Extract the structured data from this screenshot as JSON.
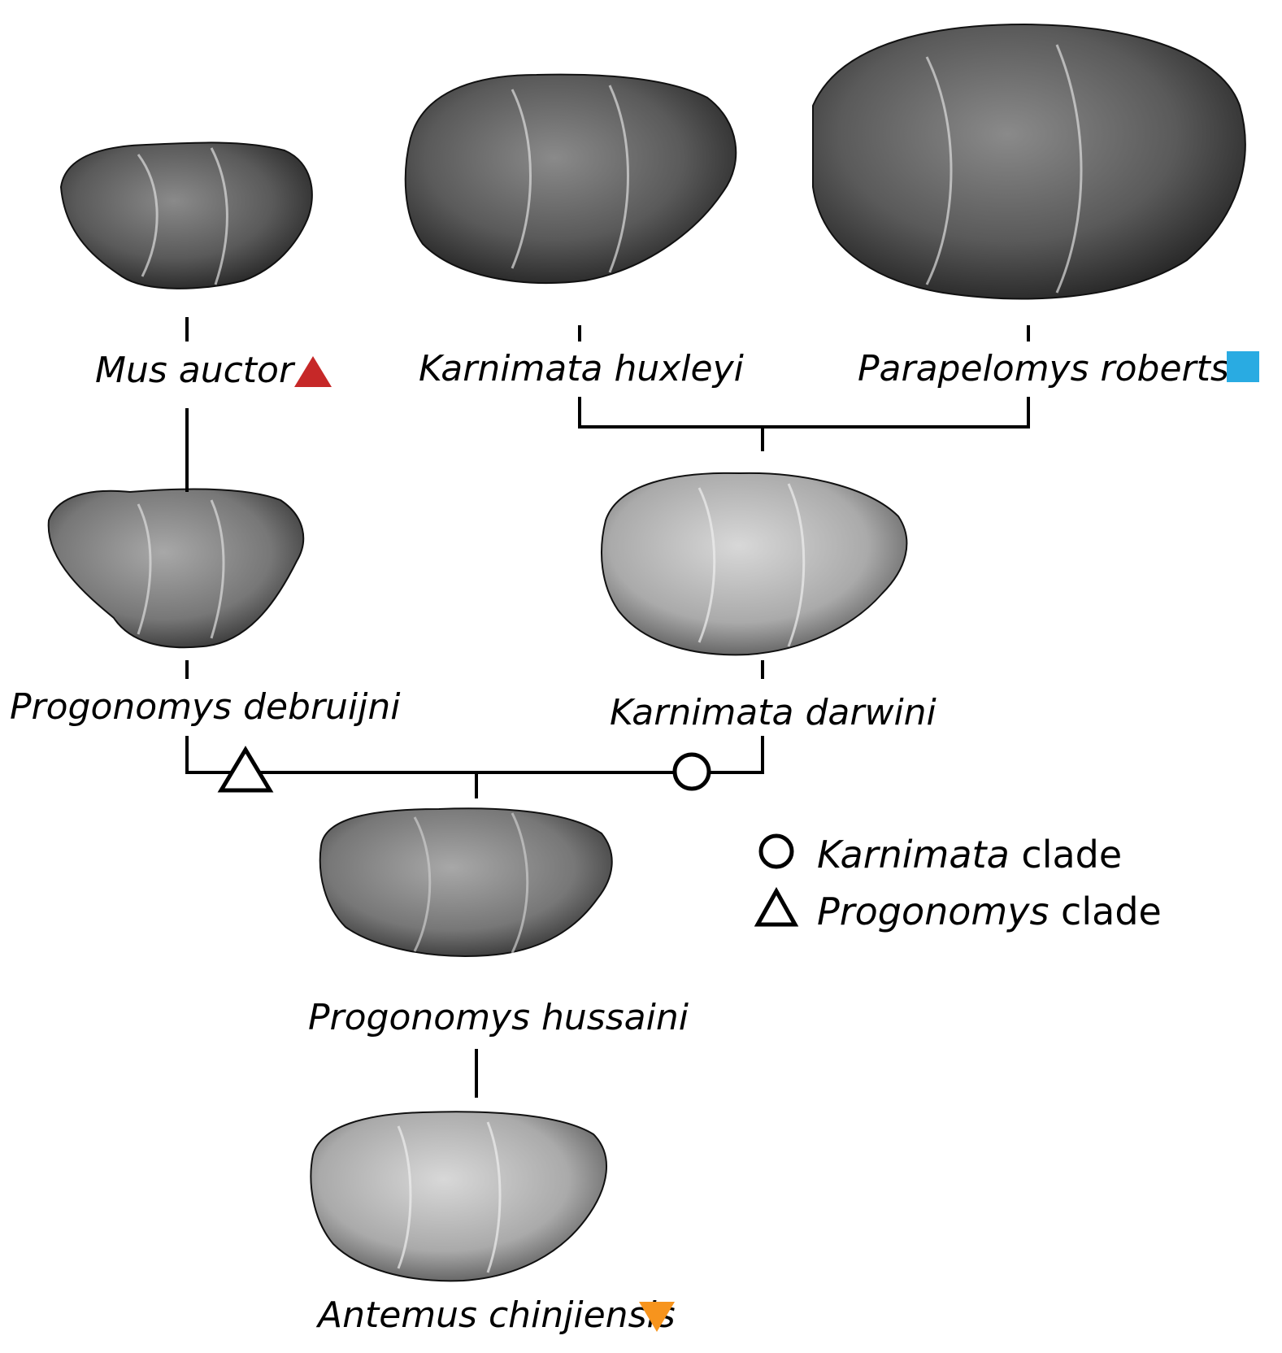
{
  "species": {
    "mus_auctor": "Mus auctor",
    "karnimata_huxleyi": "Karnimata huxleyi",
    "parapelomys_robertsi": "Parapelomys robertsi",
    "progonomys_debruijni": "Progonomys debruijni",
    "karnimata_darwini": "Karnimata darwini",
    "progonomys_hussaini": "Progonomys hussaini",
    "antemus_chinjiensis": "Antemus chinjiensis"
  },
  "legend": {
    "karnimata_italic": "Karnimata",
    "karnimata_suffix": " clade",
    "progonomys_italic": "Progonomys",
    "progonomys_suffix": " clade"
  },
  "marker_colors": {
    "mus_auctor": "#c62828",
    "parapelomys_robertsi": "#29abe2",
    "antemus_chinjiensis": "#f7941d"
  }
}
